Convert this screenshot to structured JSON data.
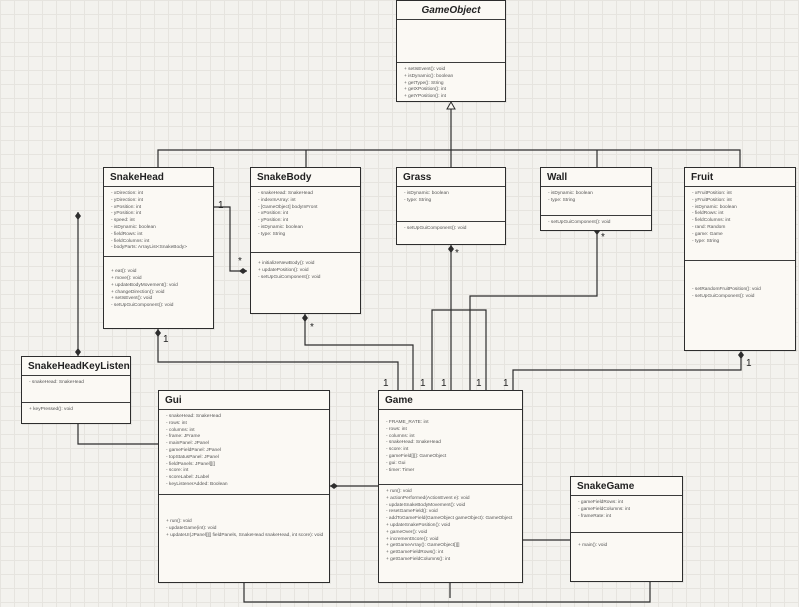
{
  "classes": {
    "gameobject": {
      "name": "GameObject",
      "attributes": [],
      "methods": [
        "+ setIsEvent(): void",
        "+ isDynamic(): boolean",
        "+ getType(): String",
        "+ getXPosition(): int",
        "+ getYPosition(): int"
      ]
    },
    "snakehead": {
      "name": "SnakeHead",
      "attributes": [
        "- xDirection: int",
        "- yDirection: int",
        "- xPosition: int",
        "- yPosition: int",
        "- speed: int",
        "- isDynamic: boolean",
        "- fieldRows: int",
        "- fieldColumns: int",
        "- bodyParts: ArrayList<SnakeBody>"
      ],
      "methods": [
        "+ eat(): void",
        "+ move(): void",
        "+ updateBodyMovement(): void",
        "+ changeDirection(): void",
        "+ setIsEvent(): void",
        "- setUpGuiComponent(): void"
      ]
    },
    "snakebody": {
      "name": "SnakeBody",
      "attributes": [
        "- snakeHead: SnakeHead",
        "- indexInArray: int",
        "- [GameObject] bodyInFront",
        "- xPosition: int",
        "- yPosition: int",
        "- isDynamic: boolean",
        "- type: String"
      ],
      "methods": [
        "+ initializeNewBody(): void",
        "+ updatePosition(): void",
        "- setUpGuiComponent(): void"
      ]
    },
    "grass": {
      "name": "Grass",
      "attributes": [
        "- isDynamic: boolean",
        "- type: String"
      ],
      "methods": [
        "- setUpGuiComponent(): void"
      ]
    },
    "wall": {
      "name": "Wall",
      "attributes": [
        "- isDynamic: boolean",
        "- type: String"
      ],
      "methods": [
        "- setUpGuiComponent(): void"
      ]
    },
    "fruit": {
      "name": "Fruit",
      "attributes": [
        "- xFruitPosition: int",
        "- yFruitPosition: int",
        "- isDynamic: boolean",
        "- fieldRows: int",
        "- fieldColumns: int",
        "- rand: Random",
        "- game: Game",
        "- type: String"
      ],
      "methods": [
        "- setRandomFruitPosition(): void",
        "- setUpGuiComponent(): void"
      ]
    },
    "keylisten": {
      "name": "SnakeHeadKeyListen",
      "attributes": [
        "- snakeHead: SnakeHead"
      ],
      "methods": [
        "+ keyPressed(): void"
      ]
    },
    "gui": {
      "name": "Gui",
      "attributes": [
        "- snakeHead: SnakeHead",
        "- rows: int",
        "- columns: int",
        "- frame: JFrame",
        "- mainPanel: JPanel",
        "- gameFieldPanel: JPanel",
        "- topStatusPanel: JPanel",
        "- fieldPanels: JPanel[][]",
        "- score: int",
        "- scoreLabel: JLabel",
        "- keyListenerAdded: Boolean"
      ],
      "methods": [
        "+ run(): void",
        "- updateGame(int): void",
        "+ updateUI(JPanel[][] fieldPanels, SnakeHead snakeHead, int score): void"
      ]
    },
    "game": {
      "name": "Game",
      "attributes": [
        "- FRAME_RATE: int",
        "- rows: int",
        "- columns: int",
        "- snakeHead: SnakeHead",
        "- score: int",
        "- gameField[][]: GameObject",
        "- gui: Gui",
        "- timer: Timer"
      ],
      "methods": [
        "+ run(): void",
        "+ actionPerformed(ActionEvent e): void",
        "- updateSnakeBodyMovement(): void",
        "- resetGameField(): void",
        "- addToGameField(GameObject gameObject): GameObject",
        "+ updateSnakePosition(): void",
        "+ gameOver(): void",
        "+ incrementScore(): void",
        "+ getGameArray(): GameObject[][]",
        "+ getGameFieldRows(): int",
        "+ getGameFieldColumns(): int"
      ]
    },
    "snakegame": {
      "name": "SnakeGame",
      "attributes": [
        "- gameFieldRows: int",
        "- gameFieldColumns: int",
        "- frameRate: int"
      ],
      "methods": [
        "+ main(): void"
      ]
    }
  },
  "multiplicities": {
    "snakehead_body_one": "1",
    "snakehead_body_many": "*",
    "snakebody_game_many": "*",
    "grass_game_many": "*",
    "wall_game_many": "*",
    "snakehead_game_one": "1",
    "game_left_one_a": "1",
    "game_left_one_b": "1",
    "game_left_one_c": "1",
    "game_right_one_a": "1",
    "game_right_one_b": "1",
    "fruit_game_one": "1"
  },
  "colors": {
    "line": "#2d2d2d",
    "box_fill": "#fbf9f4",
    "canvas": "#f3f2ee"
  }
}
